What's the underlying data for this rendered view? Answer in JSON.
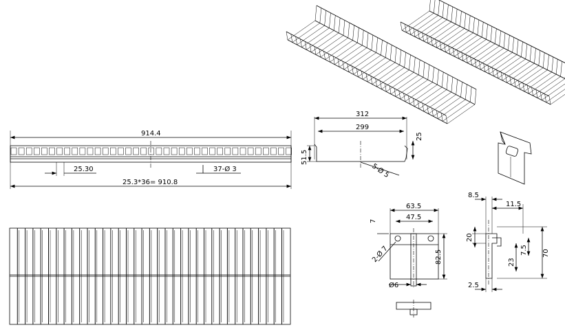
{
  "drawing": {
    "front_view": {
      "overall_width": "914.4",
      "pitch": "25.30",
      "holes": "37-Ø 3",
      "pitch_formula": "25.3*36= 910.8"
    },
    "section_view": {
      "outer_width": "312",
      "inner_width": "299",
      "height": "51.5",
      "lip": "25",
      "wire": "5-Ø 5"
    },
    "bracket_front": {
      "overall_width": "63.5",
      "hole_spacing": "47.5",
      "top_offset": "7",
      "hole": "2-Ø 7",
      "height": "82.5",
      "rod": "Ø6"
    },
    "bracket_side": {
      "top_width": "8.5",
      "hook": "11.5",
      "hook_height": "20",
      "height": "70",
      "slot": "23",
      "lip": "7.5",
      "thickness": "2.5"
    }
  }
}
